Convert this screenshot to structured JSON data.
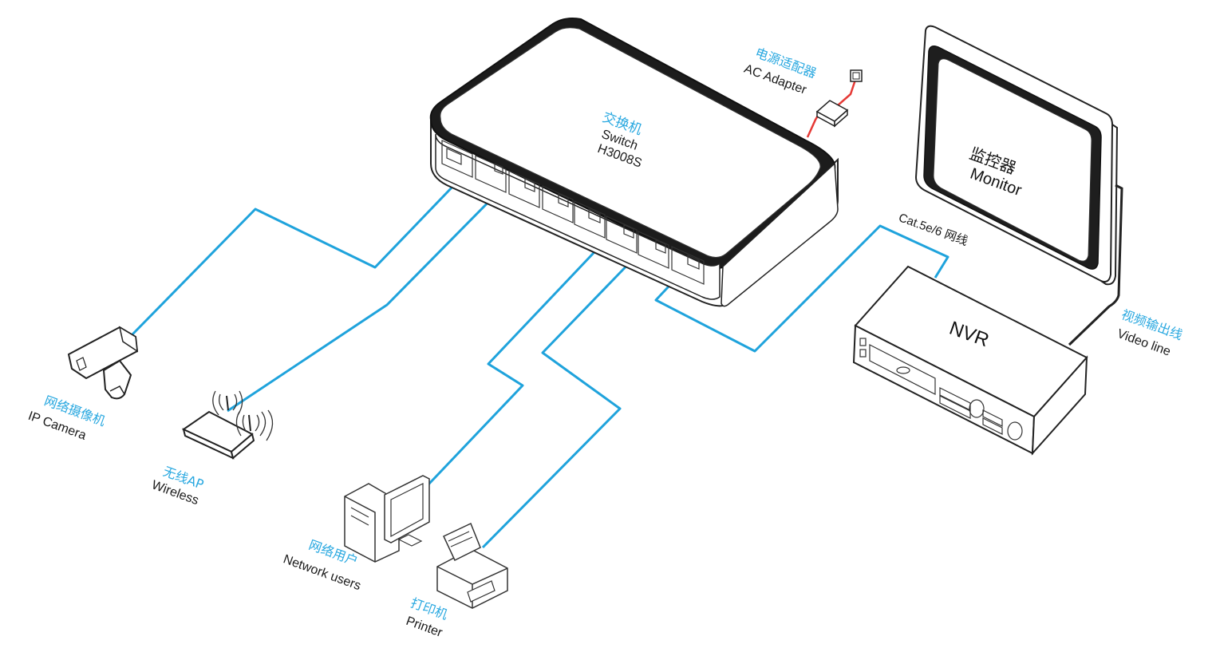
{
  "switch": {
    "label_cn": "交换机",
    "label_en": "Switch",
    "model": "H3008S"
  },
  "adapter": {
    "label_cn": "电源适配器",
    "label_en": "AC Adapter"
  },
  "monitor": {
    "label_cn": "监控器",
    "label_en": "Monitor"
  },
  "nvr": {
    "label": "NVR"
  },
  "cable": {
    "label": "Cat.5e/6 网线"
  },
  "video_line": {
    "label_cn": "视频输出线",
    "label_en": "Video line"
  },
  "camera": {
    "label_cn": "网络摄像机",
    "label_en": "IP Camera"
  },
  "wireless": {
    "label_cn": "无线AP",
    "label_en": "Wireless"
  },
  "network_users": {
    "label_cn": "网络用户",
    "label_en": "Network users"
  },
  "printer": {
    "label_cn": "打印机",
    "label_en": "Printer"
  },
  "colors": {
    "cable": "#1fa3dc",
    "label_cn": "#29a8e0",
    "power_cord": "#e53935",
    "outline": "#222222"
  }
}
